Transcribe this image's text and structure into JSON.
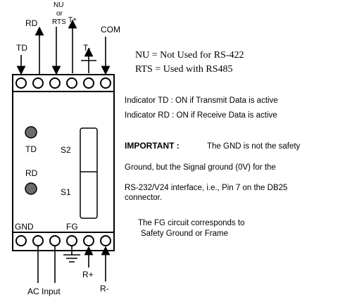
{
  "top_signals": {
    "td": "TD",
    "rd": "RD",
    "nu": "NU",
    "or": "or",
    "rts": "RTS",
    "t_plus": "T+",
    "t_minus": "T-",
    "com": "COM"
  },
  "device": {
    "led_td_label": "TD",
    "led_rd_label": "RD",
    "switch_s2_label": "S2",
    "switch_s1_label": "S1",
    "gnd_label": "GND",
    "fg_label": "FG"
  },
  "bottom_signals": {
    "ac_input": "AC Input",
    "r_plus": "R+",
    "r_minus": "R-"
  },
  "legend": {
    "nu_line": "NU = Not Used for RS-422",
    "rts_line": "RTS = Used with RS485"
  },
  "indicators": {
    "td_line": "Indicator TD : ON if Transmit Data is active",
    "rd_line": "Indicator RD : ON if Receive Data is active"
  },
  "important": {
    "heading": "IMPORTANT :",
    "line1": "The GND is not the safety",
    "line2": "Ground, but the Signal ground (0V) for the",
    "line3": "RS-232/V24 interface, i.e., Pin 7 on the DB25",
    "line4": "connector."
  },
  "fg_note": {
    "line1": "The FG circuit corresponds to",
    "line2": "Safety Ground or Frame"
  }
}
